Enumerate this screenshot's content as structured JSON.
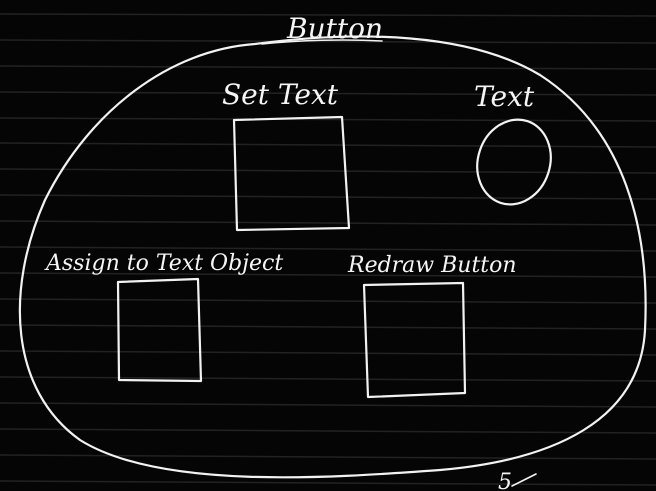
{
  "diagram": {
    "title": "Button",
    "nodes": [
      {
        "id": "set-text",
        "label": "Set Text",
        "shape": "rectangle"
      },
      {
        "id": "text",
        "label": "Text",
        "shape": "ellipse"
      },
      {
        "id": "assign-to-text-object",
        "label": "Assign to Text Object",
        "shape": "rectangle"
      },
      {
        "id": "redraw-button",
        "label": "Redraw Button",
        "shape": "rectangle"
      }
    ],
    "corner_mark": "5"
  },
  "colors": {
    "background": "#050505",
    "ink": "#f2f2f2",
    "ruled_lines": "#3a3a3a"
  }
}
